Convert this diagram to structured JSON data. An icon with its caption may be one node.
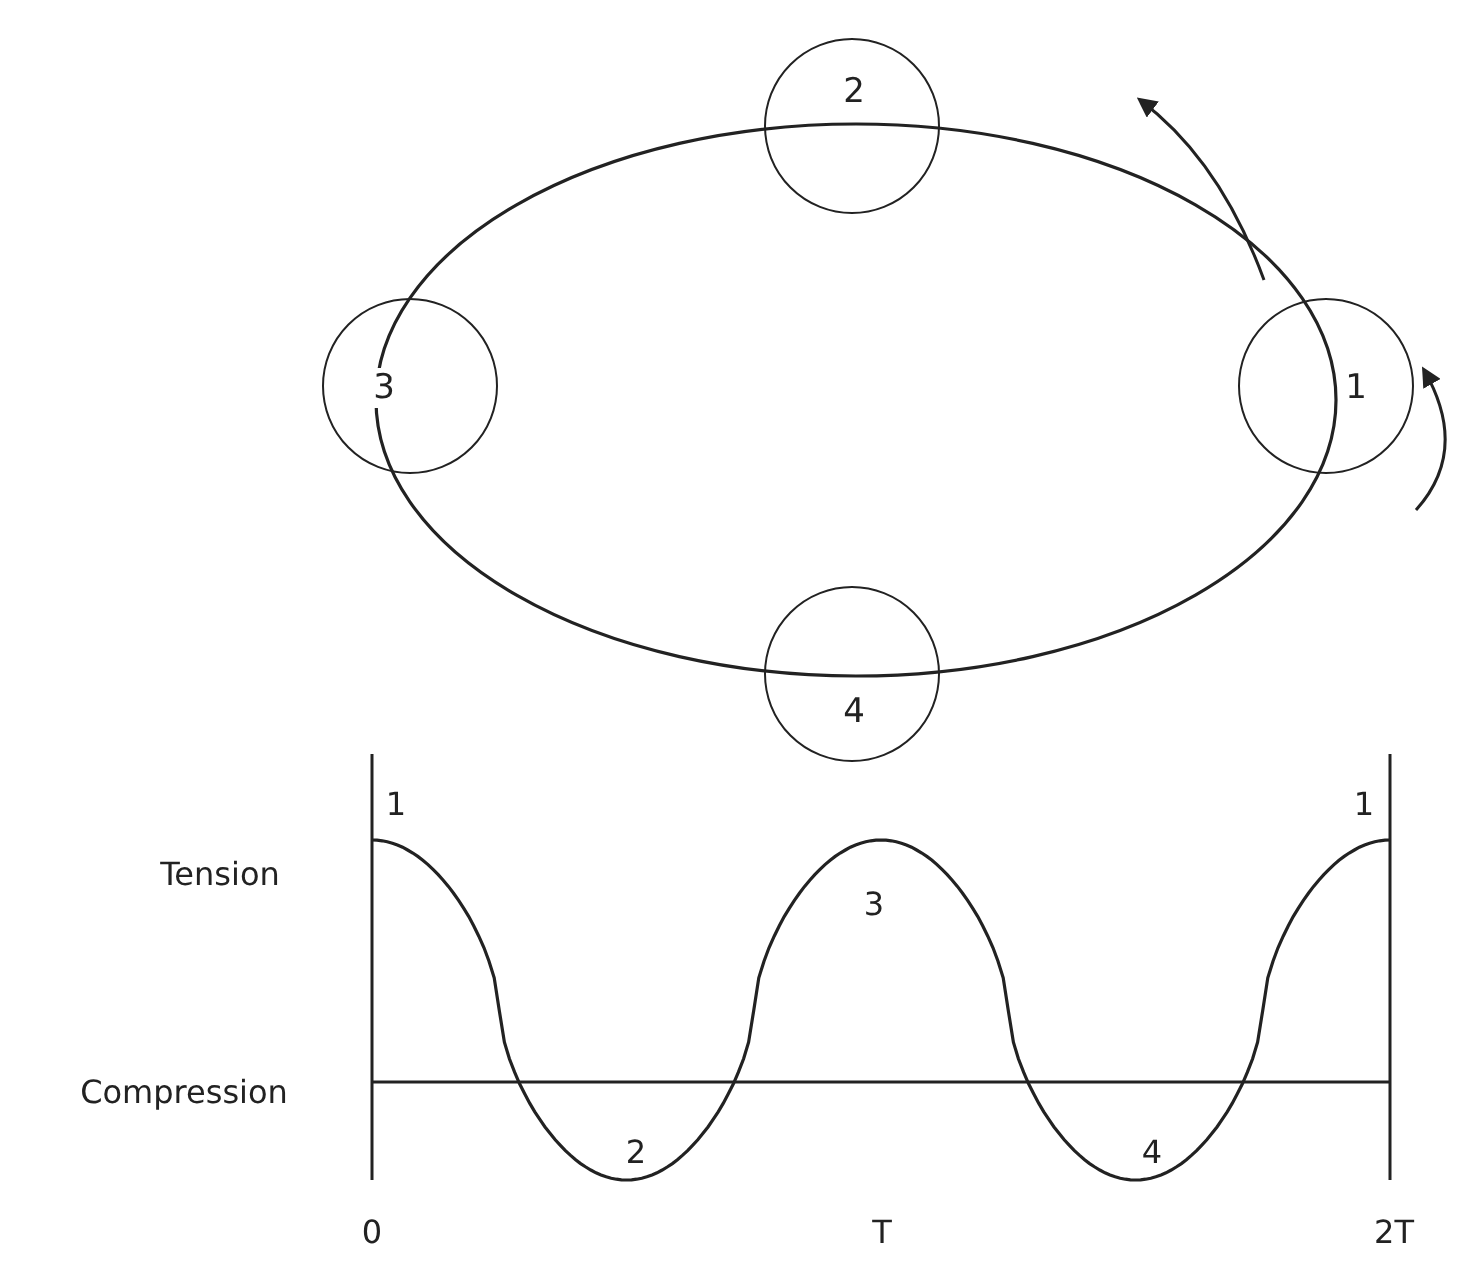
{
  "diagram": {
    "nodes": [
      {
        "text": [
          "2"
        ]
      },
      {
        "text": [
          "3"
        ]
      },
      {
        "text": [
          "1"
        ]
      },
      {
        "text": [
          "4"
        ]
      }
    ],
    "labels": [
      "1",
      "1",
      "Tension",
      "3",
      "Compression",
      "2",
      "4",
      "0",
      "T",
      "2T"
    ]
  }
}
